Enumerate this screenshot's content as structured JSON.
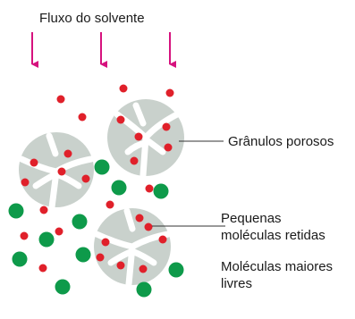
{
  "title": "Fluxo do solvente",
  "labels": {
    "granules": "Grânulos porosos",
    "small_line1": "Pequenas",
    "small_line2": "moléculas retidas",
    "large_line1": "Moléculas maiores",
    "large_line2": "livres"
  },
  "colors": {
    "arrow": "#d6127e",
    "granule": "#c9d1cc",
    "small_molecule": "#e0202a",
    "large_molecule": "#0e9a4a",
    "leader_line": "#333333",
    "text": "#1a1a1a"
  }
}
